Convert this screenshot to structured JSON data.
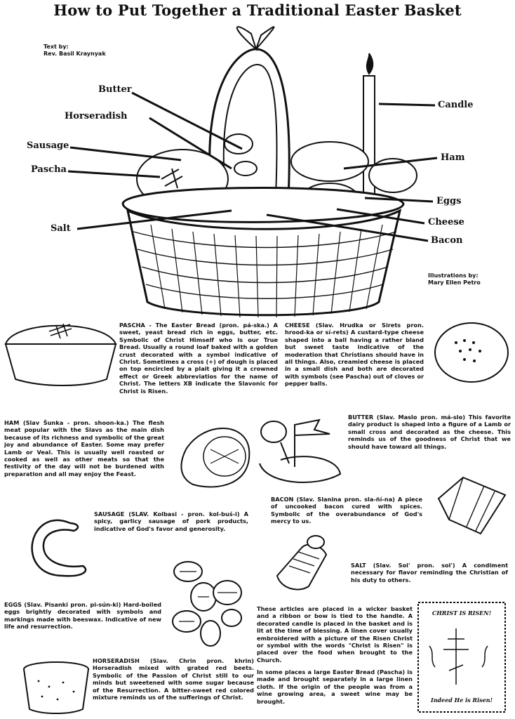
{
  "title": "How to Put Together a Traditional Easter Basket",
  "credits": {
    "text_by": "Text by:",
    "text_author": "Rev. Basil Kraynyak",
    "illus_by": "Illustrations by:",
    "illus_author": "Mary Ellen Petro"
  },
  "labels": {
    "butter": "Butter",
    "horseradish": "Horseradish",
    "sausage": "Sausage",
    "pascha": "Pascha",
    "salt": "Salt",
    "candle": "Candle",
    "ham": "Ham",
    "eggs": "Eggs",
    "cheese": "Cheese",
    "bacon": "Bacon"
  },
  "sections": {
    "pascha": "PASCHA - The Easter Bread (pron. pá-ska.) A sweet, yeast bread rich in eggs, butter, etc. Symbolic of Christ Himself who is our True Bread. Usually a round loaf baked with a golden crust decorated with a symbol indicative of Christ. Sometimes a cross (+) of dough is placed on top encircled by a plait giving it a crowned effect or Greek abbreviatios for the name of Christ. The letters XB indicate the Slavonic for Christ is Risen.",
    "cheese": "CHEESE (Slav. Hrudka or Sirets pron. hrood-ka or sí-rets) A custard-type cheese shaped into a ball having a rather bland but sweet taste indicative of the moderation that Christians should have in all things. Also, creamied cheese is placed in a small dish and both are decorated with symbols (see Pascha) out of cloves or pepper balls.",
    "ham": "HAM (Slav Šunka - pron. shoon-ka.) The flesh meat popular with the Slavs as the main dish because of its richness and symbolic of the great joy and abundance of Easter. Some may prefer Lamb or Veal. This is usually well roasted or cooked as well as other meats so that the festivity of the day will not be burdened with preparation and all may enjoy the Feast.",
    "butter": "BUTTER (Slav. Maslo pron. má-slo) This favorite dairy product is shaped into a figure of a Lamb or small cross and decorated as the cheese. This reminds us of the goodness of Christ that we should have toward all things.",
    "sausage": "SAUSAGE (SLAV. Kolbasi - pron. kol-buś-i) A spicy, garlicy sausage of pork products, indicative of God's favor and generosity.",
    "bacon": "BACON (Slav. Slanina pron. sla-ñí-na) A piece of uncooked bacon cured with spices. Symbolic of the overabundance of God's mercy to us.",
    "salt": "SALT (Slav. Sol' pron. sol') A condiment necessary for flavor reminding the Christian of his duty to others.",
    "eggs": "EGGS (Slav. Pisanki pron. pi-sún-ki) Hard-boiled eggs brightly decorated with symbols and markings made with beeswax. Indicative of new life and resurrection.",
    "horseradish": "HORSERADISH (Slav. Chrin pron. khrin) Horseradish mixed with grated red beets. Symbolic of the Passion of Christ still to our minds but sweetened with some sugar because of the Resurrection. A bitter-sweet red colored mixture reminds us of the sufferings of Christ.",
    "closing1": "These articles are placed in a wicker basket and a ribbon or bow is tied to the handle. A decorated candle is placed in the basket and is lit at the time of blessing. A linen cover usually embroidered with a picture of the Risen Christ or symbol with the words \"Christ is Risen\" is placed over the food when brought to the Church.",
    "closing2": "In some places a large Easter Bread (Pascha) is made and brought separately in a large linen cloth. If the origin of the people was from a wine growing area, a sweet wine may be brought."
  },
  "cloth": {
    "top_text": "CHRIST IS RISEN!",
    "bottom_text": "Indeed He is Risen!"
  },
  "icons": [
    "basket-illustration",
    "pascha-bread-icon",
    "cheese-ball-icon",
    "ham-icon",
    "butter-lamb-icon",
    "sausage-icon",
    "bacon-icon",
    "salt-shaker-icon",
    "eggs-icon",
    "horseradish-jar-icon",
    "linen-cloth-icon"
  ]
}
